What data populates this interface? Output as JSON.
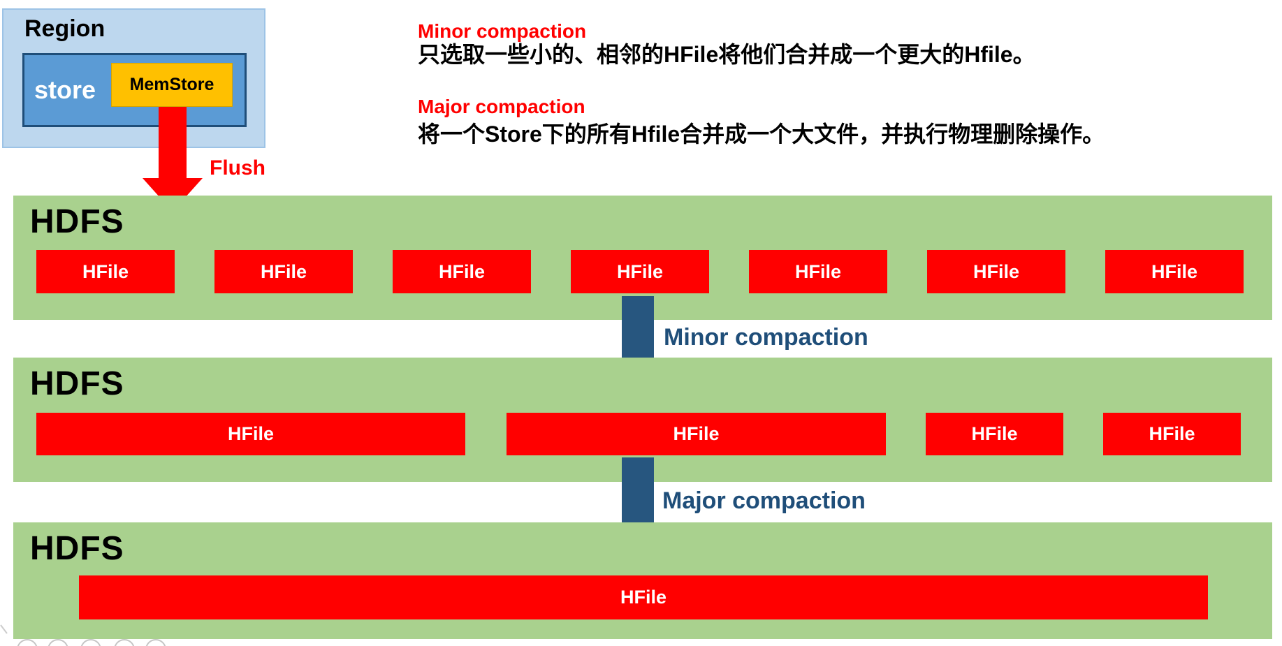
{
  "colors": {
    "band_green": "#A9D18E",
    "file_red": "#FF0000",
    "arrow_blue": "#27567F",
    "label_blue": "#1F4E79",
    "region_fill": "#BDD7EE",
    "store_fill": "#5B9BD5",
    "store_border": "#1F4E79",
    "memstore_fill": "#FFC000",
    "flush_red": "#FF0000"
  },
  "region_diagram": {
    "region_label": "Region",
    "store_label": "store",
    "memstore_label": "MemStore",
    "flush_label": "Flush"
  },
  "legend": {
    "minor": {
      "title": "Minor compaction",
      "desc": "只选取一些小的、相邻的HFile将他们合并成一个更大的Hfile。"
    },
    "major": {
      "title": "Major compaction",
      "desc": "将一个Store下的所有Hfile合并成一个大文件，并执行物理删除操作。"
    }
  },
  "bands": [
    {
      "title": "HDFS",
      "files": [
        "HFile",
        "HFile",
        "HFile",
        "HFile",
        "HFile",
        "HFile",
        "HFile"
      ]
    },
    {
      "title": "HDFS",
      "files": [
        "HFile",
        "HFile",
        "HFile",
        "HFile"
      ]
    },
    {
      "title": "HDFS",
      "files": [
        "HFile"
      ]
    }
  ],
  "flow_labels": {
    "minor": "Minor compaction",
    "major": "Major compaction"
  }
}
